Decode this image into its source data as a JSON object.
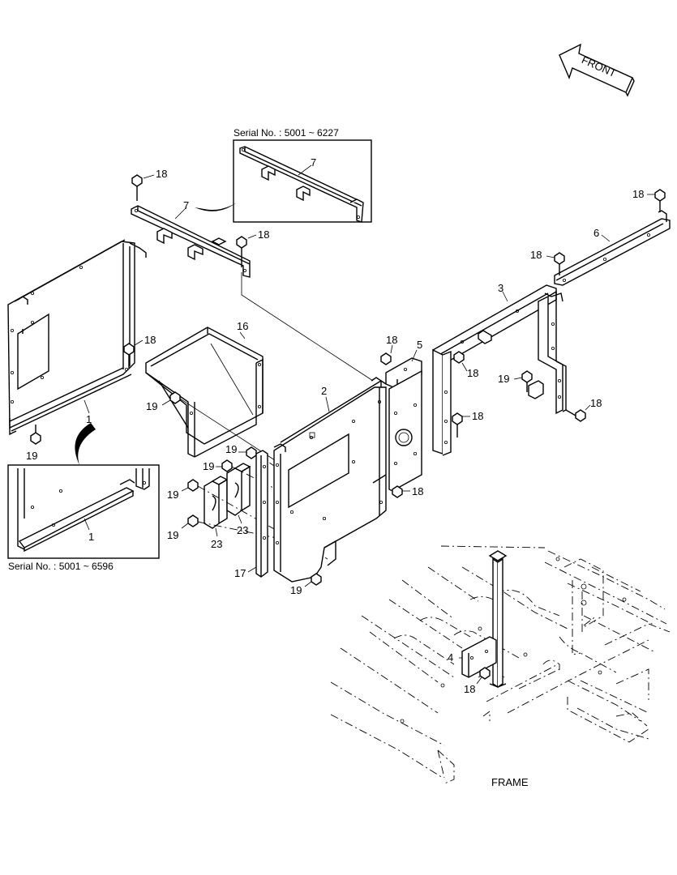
{
  "diagram": {
    "front_label": "FRONT",
    "frame_label": "FRAME",
    "inset_top_caption": "Serial No.  : 5001 ~ 6227",
    "inset_bottom_caption": "Serial No. : 5001 ~ 6596",
    "callouts": {
      "c1": "1",
      "c1_inset": "1",
      "c2": "2",
      "c3": "3",
      "c4": "4",
      "c5": "5",
      "c6": "6",
      "c7": "7",
      "c7_inset": "7",
      "c16": "16",
      "c17": "17",
      "c23a": "23",
      "c23b": "23",
      "c18a": "18",
      "c18b": "18",
      "c18c": "18",
      "c18d": "18",
      "c18e": "18",
      "c18f": "18",
      "c18g": "18",
      "c18h": "18",
      "c18i": "18",
      "c18j": "18",
      "c19a": "19",
      "c19b": "19",
      "c19c": "19",
      "c19d": "19",
      "c19e": "19",
      "c19f": "19",
      "c19g": "19",
      "c19h": "19"
    }
  }
}
